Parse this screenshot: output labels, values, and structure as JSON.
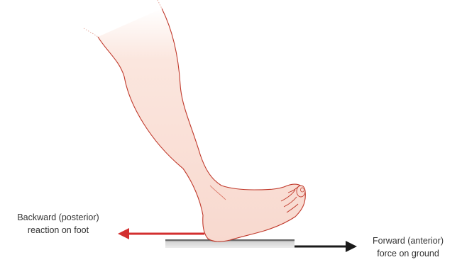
{
  "labels": {
    "backward": {
      "line1": "Backward (posterior)",
      "line2": "reaction on foot"
    },
    "forward": {
      "line1": "Forward (anterior)",
      "line2": "force on ground"
    }
  },
  "colors": {
    "skin": "#f9dcd3",
    "outline": "#c0392b",
    "reaction_arrow": "#d32f2f",
    "force_arrow": "#1a1a1a",
    "ground": "#bdbdbd"
  }
}
